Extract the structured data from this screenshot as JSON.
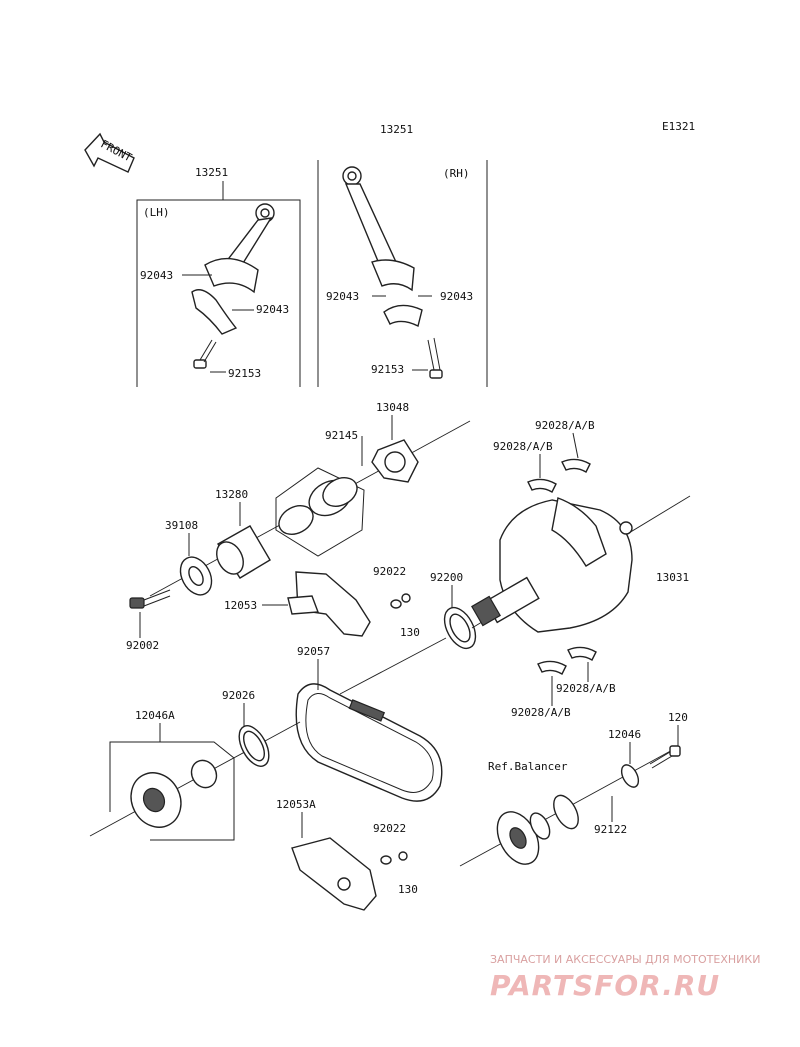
{
  "diagram_code": "E1321",
  "front_label": "FRONT",
  "group_titles": {
    "top_center": "13251",
    "lh_box": "13251",
    "lh_side": "(LH)",
    "rh_side": "(RH)",
    "ref_balancer": "Ref.Balancer"
  },
  "part_labels": {
    "lh_92043_a": "92043",
    "lh_92043_b": "92043",
    "lh_92153": "92153",
    "rh_92043_a": "92043",
    "rh_92043_b": "92043",
    "rh_92153": "92153",
    "p13048": "13048",
    "p92145": "92145",
    "p13280": "13280",
    "p39108": "39108",
    "p92002": "92002",
    "p12053": "12053",
    "p92022_a": "92022",
    "p130_a": "130",
    "p92200": "92200",
    "p92028_a": "92028/A/B",
    "p92028_b": "92028/A/B",
    "p92028_c": "92028/A/B",
    "p92028_d": "92028/A/B",
    "p13031": "13031",
    "p92057": "92057",
    "p92026": "92026",
    "p12046A": "12046A",
    "p120": "120",
    "p12046": "12046",
    "p92122": "92122",
    "p12053A": "12053A",
    "p92022_b": "92022",
    "p130_b": "130"
  },
  "watermark": {
    "caption": "ЗАПЧАСТИ И АКСЕССУАРЫ ДЛЯ МОТОТЕХНИКИ",
    "brand": "PARTSFOR.RU"
  },
  "colors": {
    "ink": "#222222",
    "background": "#ffffff",
    "watermark": "#efb7b7"
  }
}
